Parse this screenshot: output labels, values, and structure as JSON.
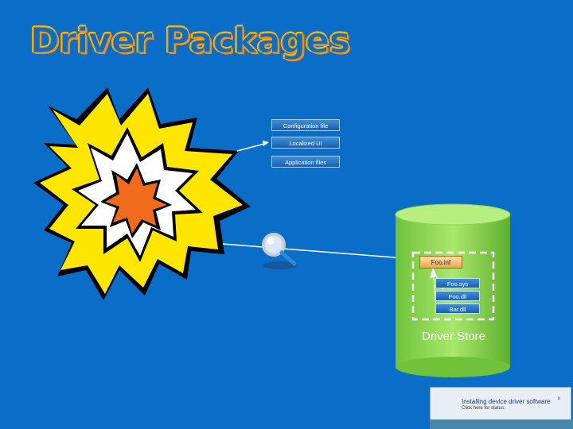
{
  "slide": {
    "title": "Driver Packages"
  },
  "package_files": [
    "Configuration file",
    "Localized UI",
    "Application files"
  ],
  "driver_store": {
    "label": "Driver Store",
    "inf": "Foo.inf",
    "files": [
      "Foo.sys",
      "Foo.dll",
      "Bar.dll"
    ]
  },
  "notification": {
    "title": "Installing device driver software",
    "subtitle": "Click here for status.",
    "close": "×"
  },
  "colors": {
    "background": "#0a6ec8",
    "title_outline": "#ff9a00",
    "cylinder": "#8fd94a",
    "explosion_outer": "#ffe600",
    "explosion_inner": "#f26a1b"
  },
  "icons": [
    "magnifier-icon",
    "notification-icon",
    "close-icon"
  ]
}
